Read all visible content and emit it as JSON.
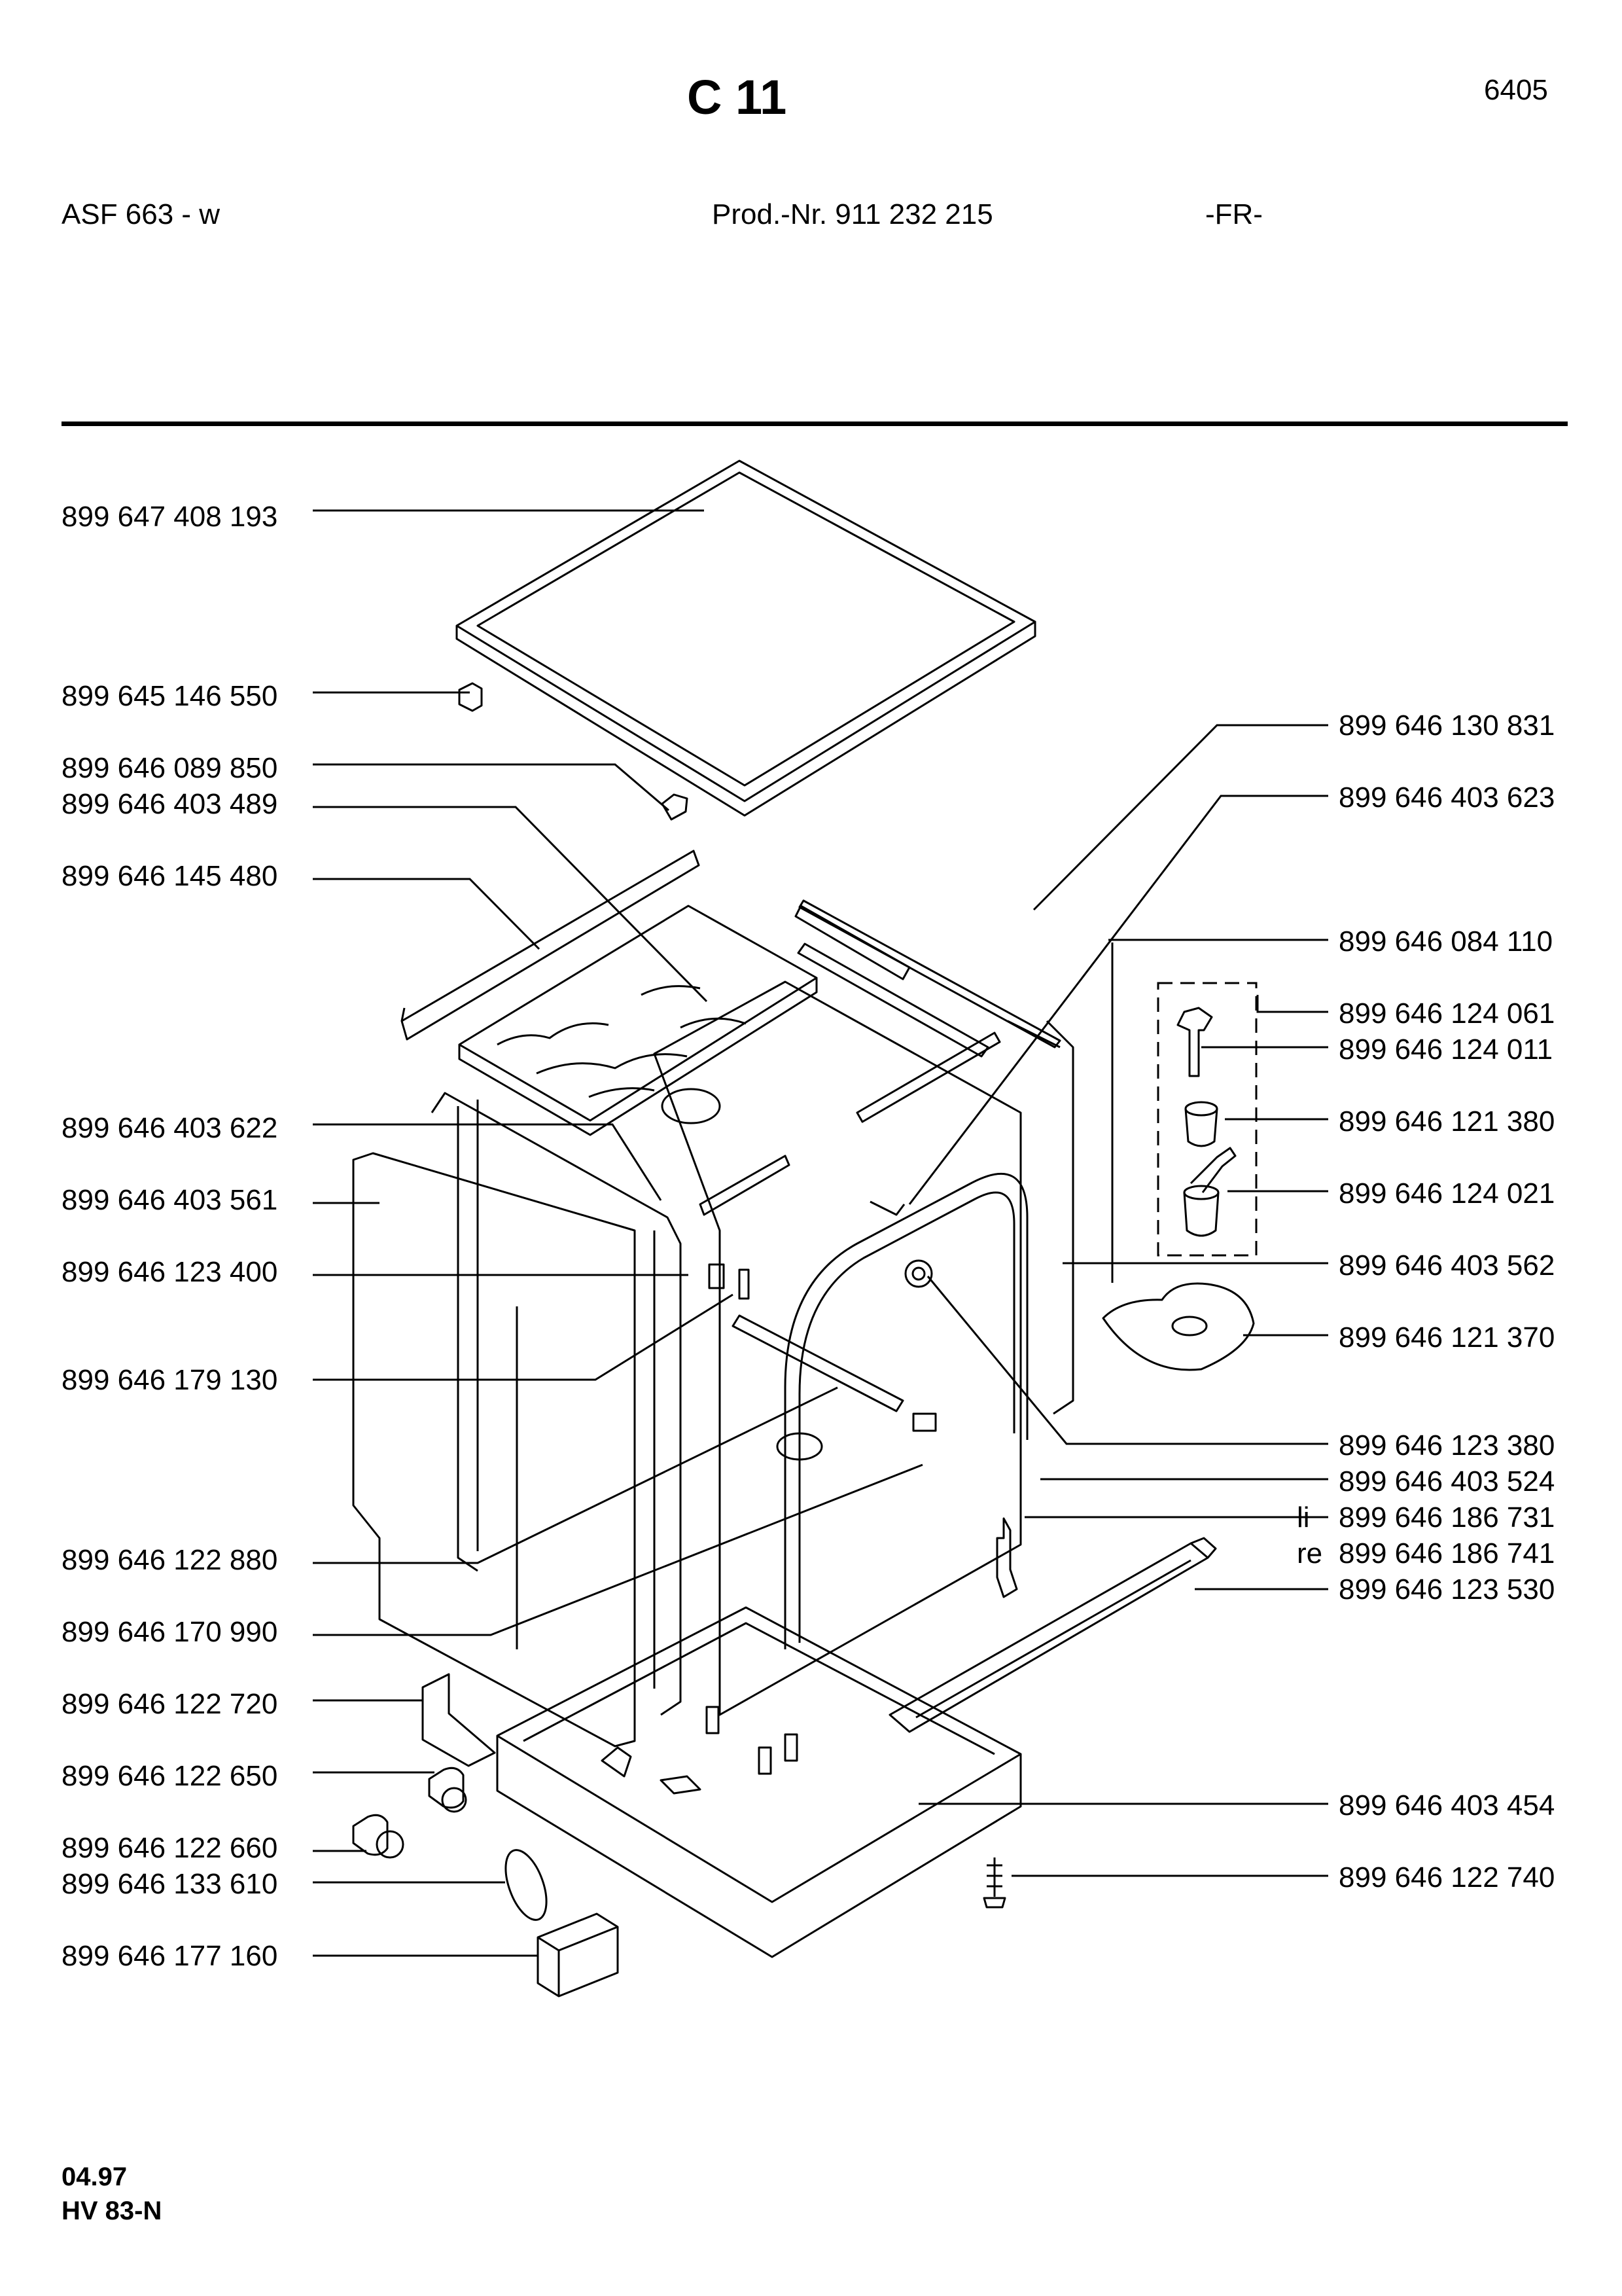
{
  "header": {
    "title": "C 11",
    "page_number": "6405",
    "model": "ASF 663 - w",
    "product_number": "Prod.-Nr. 911 232 215",
    "country": "-FR-"
  },
  "footer": {
    "date": "04.97",
    "code": "HV 83-N"
  },
  "parts_left": [
    "899 647 408 193",
    "899 645 146 550",
    "899 646 089 850",
    "899 646 403 489",
    "899 646 145 480",
    "899 646 403 622",
    "899 646 403 561",
    "899 646 123 400",
    "899 646 179 130",
    "899 646 122 880",
    "899 646 170 990",
    "899 646 122 720",
    "899 646 122 650",
    "899 646 122 660",
    "899 646 133 610",
    "899 646 177 160"
  ],
  "parts_right": [
    "899 646 130 831",
    "899 646 403 623",
    "899 646 084 110",
    "899 646 124 061",
    "899 646 124 011",
    "899 646 121 380",
    "899 646 124 021",
    "899 646 403 562",
    "899 646 121 370",
    "899 646 123 380",
    "899 646 403 524",
    "899 646 186 731",
    "899 646 186 741",
    "899 646 123 530",
    "899 646 403 454",
    "899 646 122 740"
  ],
  "side_markers": {
    "left_side": "li",
    "right_side": "re"
  }
}
